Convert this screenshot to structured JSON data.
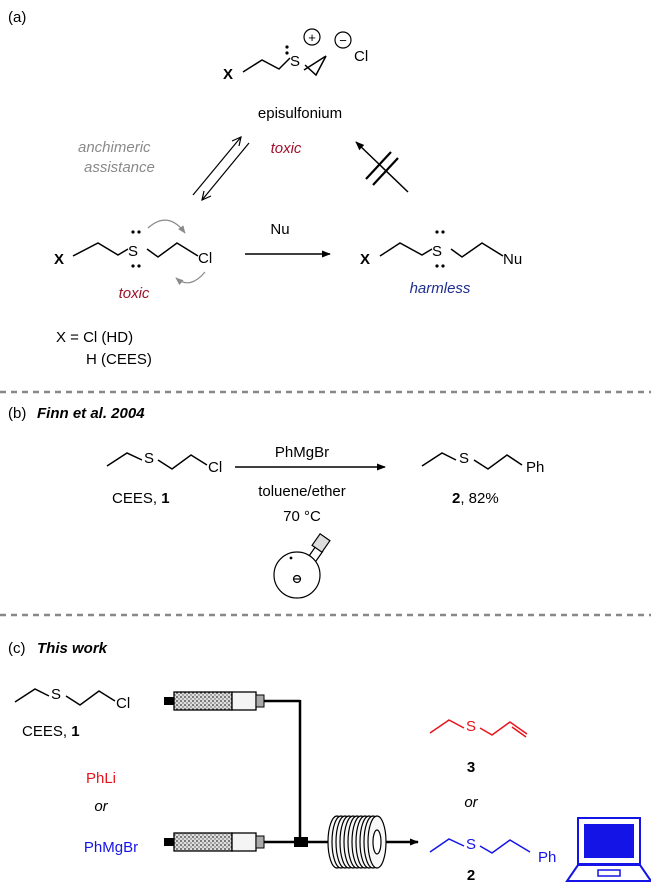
{
  "colors": {
    "toxic": "#a0112b",
    "harmless": "#1f2f8f",
    "gray": "#8a8a8a",
    "phli_red": "#e8141b",
    "phmgbr_blue": "#1414e6",
    "divider": "#888888"
  },
  "panel_a": {
    "label": "(a)",
    "top_x": "X",
    "top_S": "S",
    "top_plus": "+",
    "top_minus": "−",
    "top_Cl": "Cl",
    "episulfonium": "episulfonium",
    "toxic_top": "toxic",
    "anchimeric_1": "anchimeric",
    "anchimeric_2": "assistance",
    "left_x": "X",
    "left_S": "S",
    "left_Cl": "Cl",
    "toxic_left": "toxic",
    "nu_reagent": "Nu",
    "right_x": "X",
    "right_S": "S",
    "right_Nu": "Nu",
    "harmless": "harmless",
    "x_eq": "X = Cl (HD)",
    "x_h": "H (CEES)"
  },
  "panel_b": {
    "label": "(b)",
    "title": "Finn et al. 2004",
    "s1": "S",
    "cl1": "Cl",
    "cees": "CEES, ",
    "cees_num": "1",
    "reagent": "PhMgBr",
    "solvent": "toluene/ether",
    "temp": "70 °C",
    "s2": "S",
    "ph2": "Ph",
    "prod_num": "2",
    "prod_yield": ", 82%"
  },
  "panel_c": {
    "label": "(c)",
    "title": "This work",
    "s1": "S",
    "cl1": "Cl",
    "cees": "CEES, ",
    "cees_num": "1",
    "phli": "PhLi",
    "or1": "or",
    "phmgbr": "PhMgBr",
    "s3": "S",
    "num3": "3",
    "or2": "or",
    "s2": "S",
    "ph2": "Ph",
    "num2": "2"
  }
}
